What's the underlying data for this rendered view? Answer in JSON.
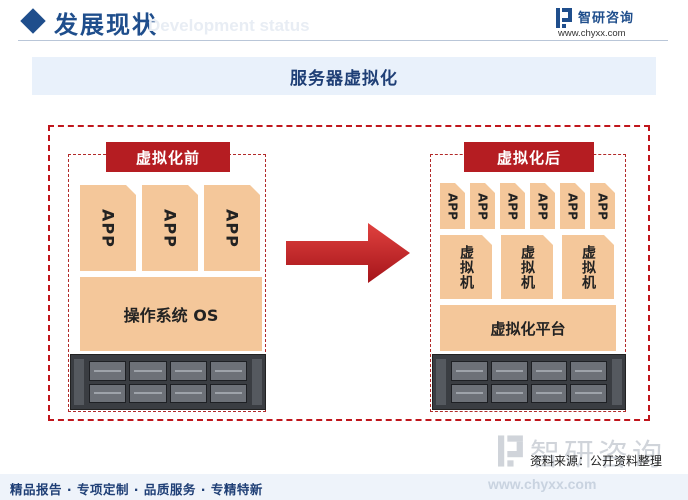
{
  "header": {
    "title": "发展现状",
    "subtitle": "Development status",
    "brand": "智研咨询",
    "brand_url": "www.chyxx.com"
  },
  "banner": {
    "title": "服务器虚拟化"
  },
  "before": {
    "tab": "虚拟化前",
    "apps": [
      "APP",
      "APP",
      "APP"
    ],
    "os_label": "操作系统 OS"
  },
  "after": {
    "tab": "虚拟化后",
    "apps": [
      "APP",
      "APP",
      "APP",
      "APP",
      "APP",
      "APP"
    ],
    "vms": [
      "虚拟机",
      "虚拟机",
      "虚拟机"
    ],
    "platform_label": "虚拟化平台"
  },
  "watermark": {
    "text": "智研咨询"
  },
  "source": "资料来源：公开资料整理",
  "footer": {
    "slogan": "精品报告 · 专项定制 · 品质服务 · 专精特新",
    "url": "www.chyxx.com"
  },
  "colors": {
    "brand_blue": "#1f4e8c",
    "accent_red": "#b51d22",
    "box_fill": "#f4c79a",
    "banner_bg": "#e9f1fb"
  },
  "icons": {
    "header": "diamond-icon",
    "logo": "chyxx-logo-icon",
    "arrow": "right-arrow-icon",
    "server": "rack-server-icon"
  }
}
